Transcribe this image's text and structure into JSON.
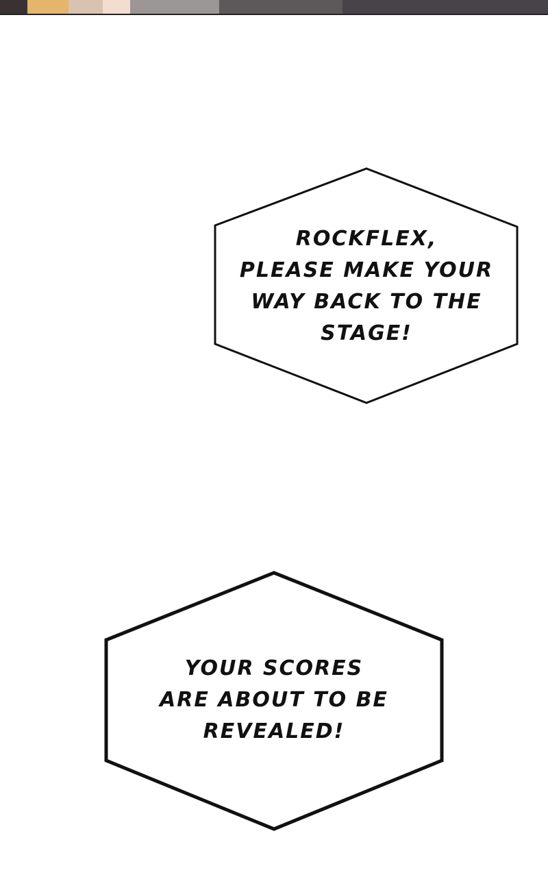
{
  "panel_top": {
    "colors": [
      "#2e2a2a",
      "#e8b86a",
      "#c9a06c",
      "#e7cbb8",
      "#ffffff",
      "#9a9494",
      "#6e6868",
      "#4a4446",
      "#5a5456",
      "#d8d6d4",
      "#3e3a3c"
    ]
  },
  "bubbles": [
    {
      "lines": [
        "ROCKFLEX,",
        "PLEASE MAKE YOUR",
        "WAY BACK TO THE",
        "STAGE!"
      ]
    },
    {
      "lines": [
        "YOUR SCORES",
        "ARE ABOUT TO BE",
        "REVEALED!"
      ]
    }
  ]
}
